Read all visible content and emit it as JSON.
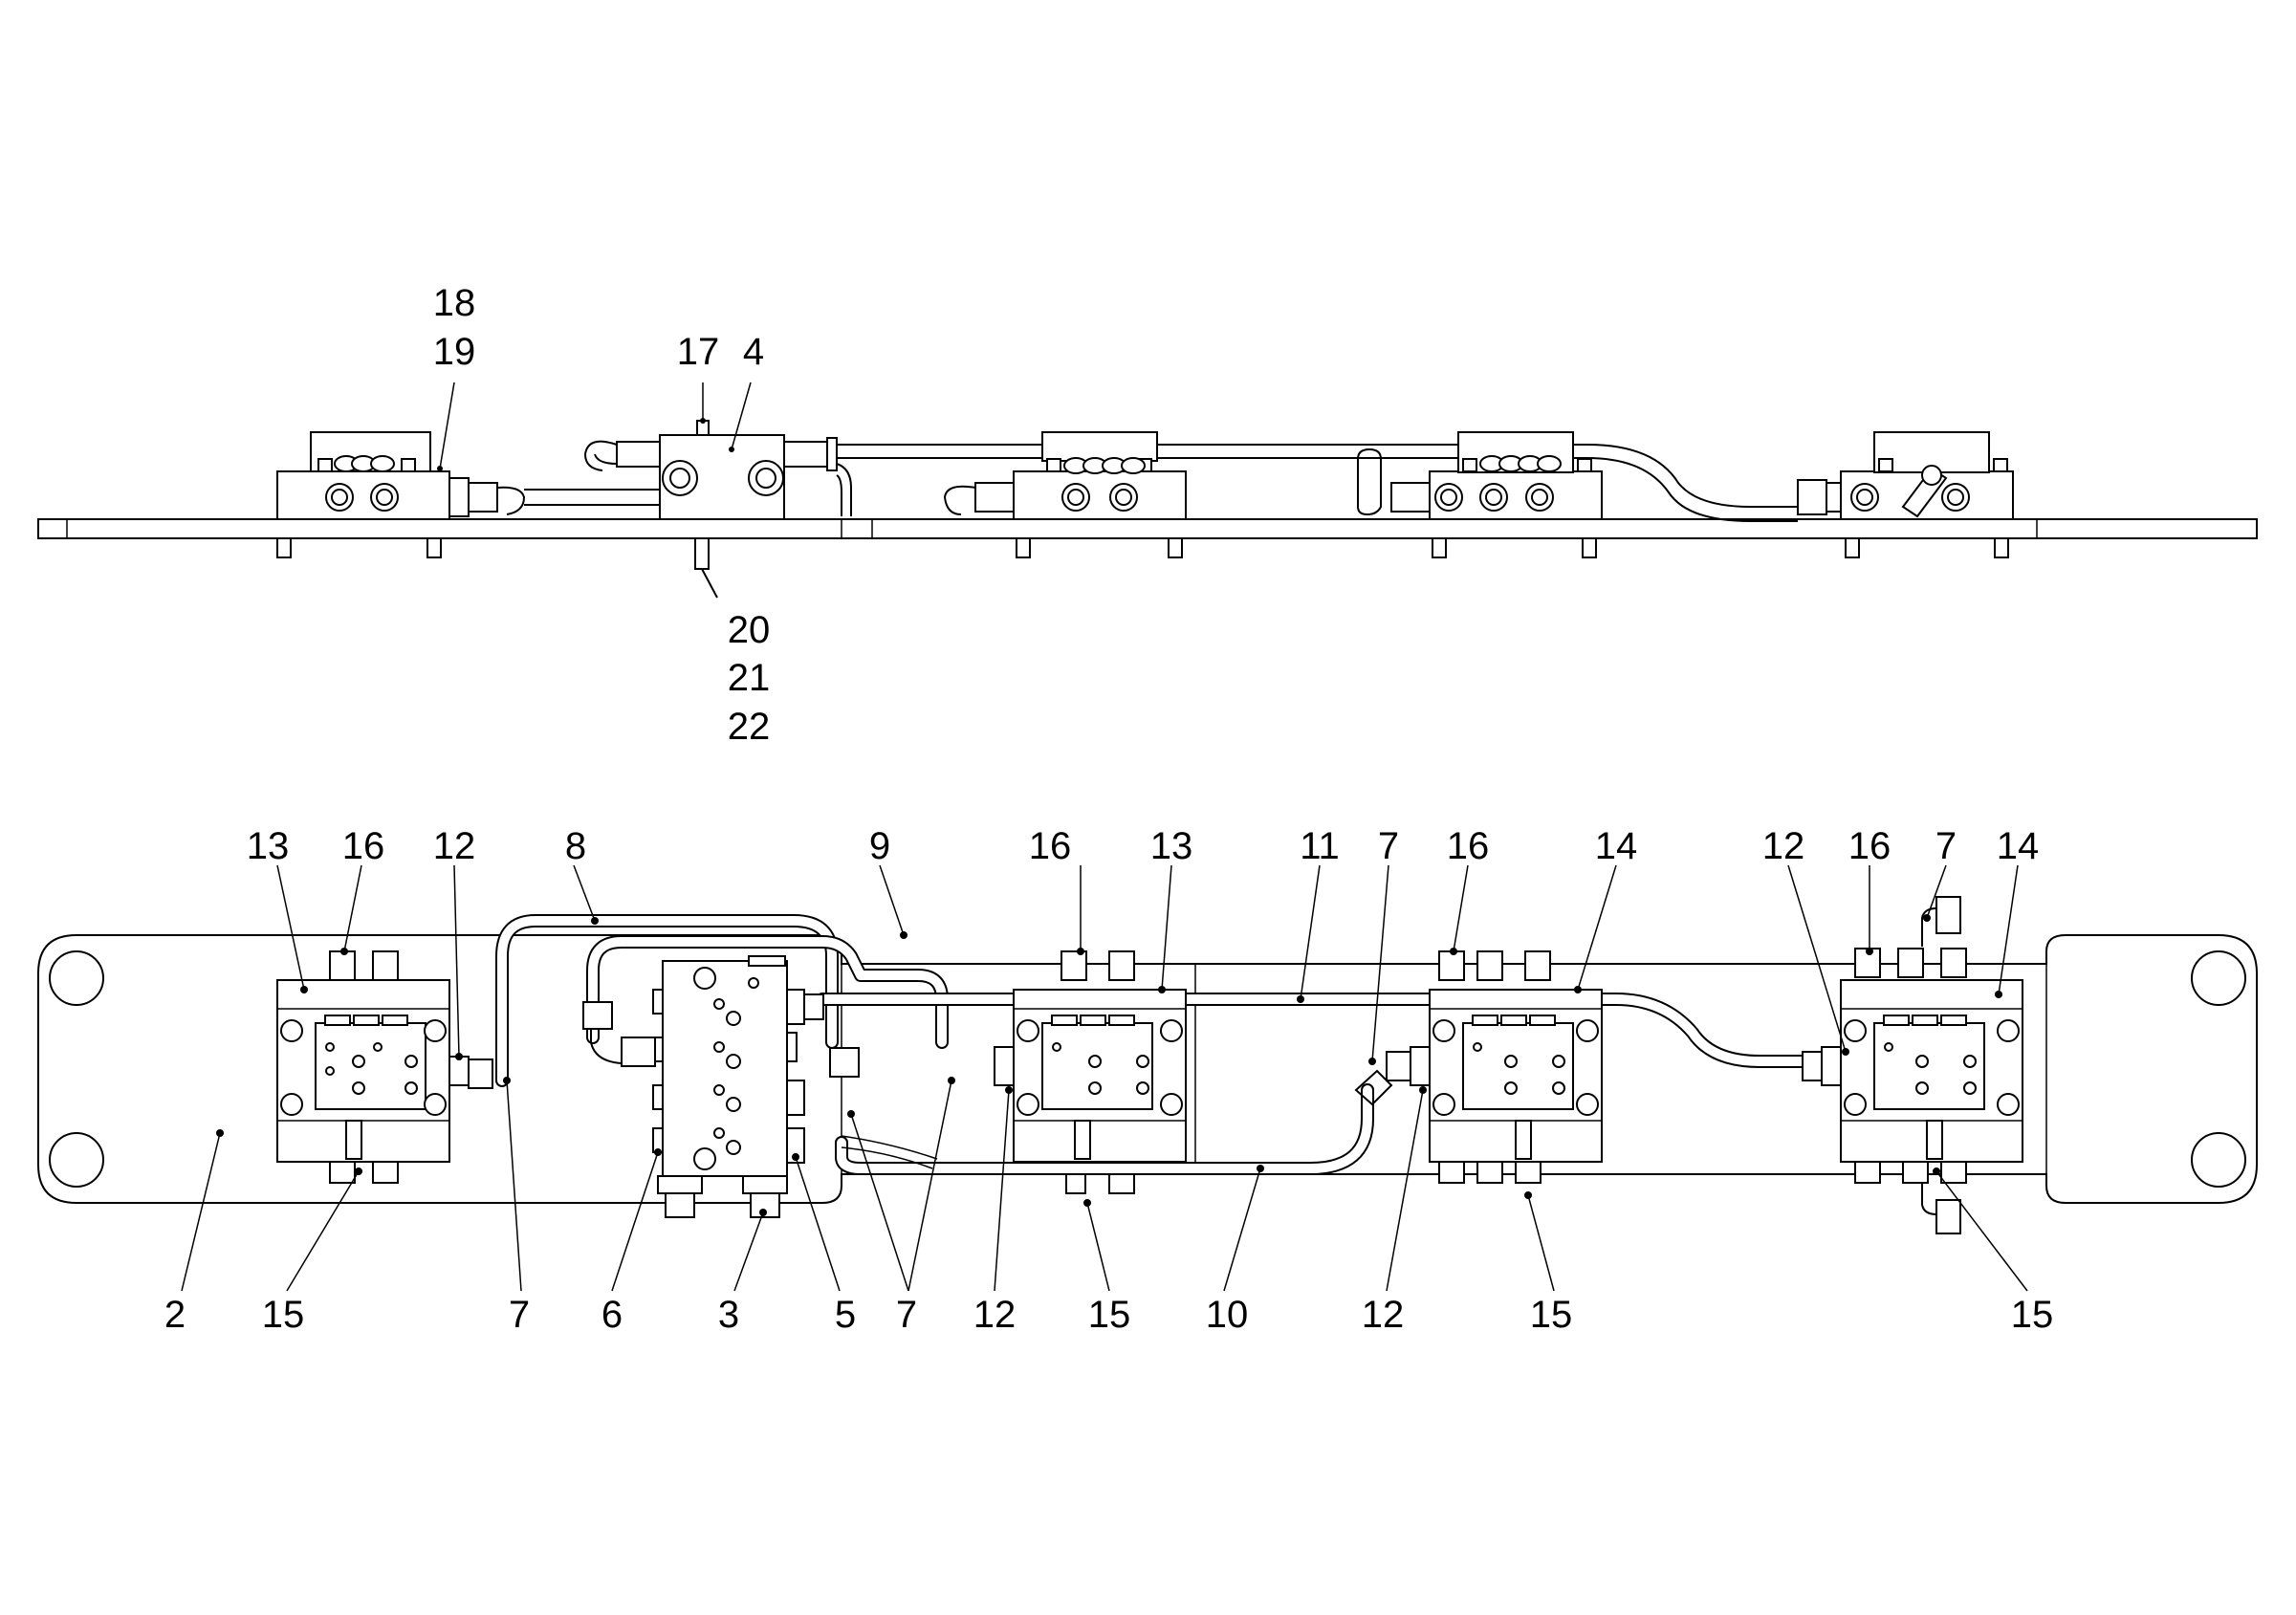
{
  "callouts": {
    "top_view": {
      "c18": "18",
      "c19": "19",
      "c17": "17",
      "c4": "4",
      "c20": "20",
      "c21": "21",
      "c22": "22"
    },
    "plan_view": {
      "top_row": [
        "13",
        "16",
        "12",
        "8",
        "9",
        "16",
        "13",
        "11",
        "7",
        "16",
        "14",
        "12",
        "16",
        "7",
        "14"
      ],
      "bottom_row": [
        "2",
        "15",
        "7",
        "6",
        "3",
        "5",
        "7",
        "12",
        "15",
        "10",
        "12",
        "15",
        "15"
      ]
    }
  }
}
